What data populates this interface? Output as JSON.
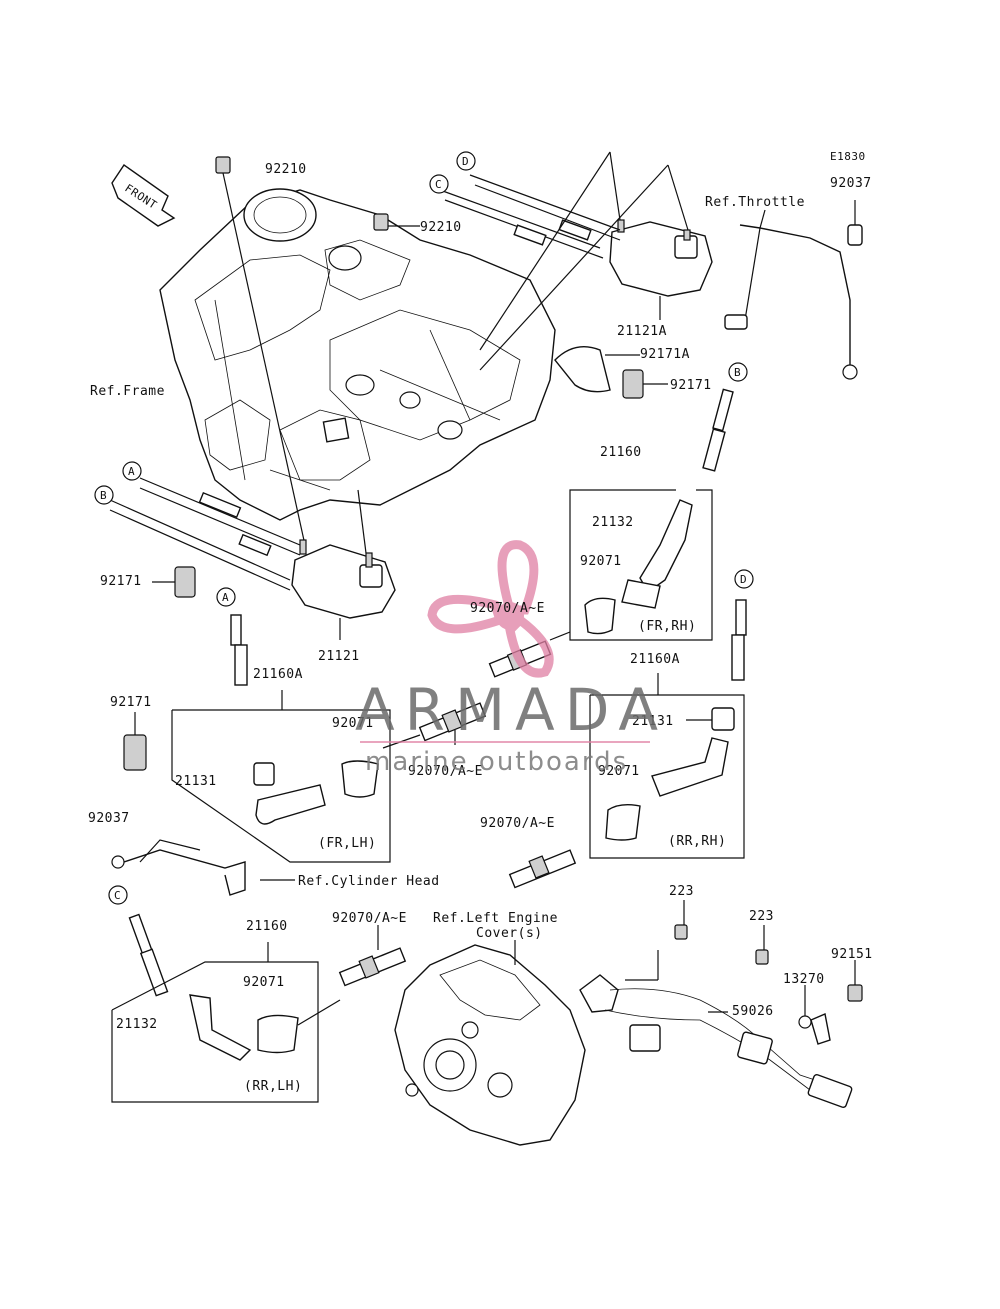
{
  "diagram_code": "E1830",
  "front_label": "FRONT",
  "watermark": {
    "brand": "ARMADA",
    "tagline": "marine outboards"
  },
  "callouts": {
    "A": "A",
    "B": "B",
    "C": "C",
    "D": "D"
  },
  "labels": {
    "bolt_92210_top": "92210",
    "bolt_92210_mid": "92210",
    "ref_frame": "Ref.Frame",
    "ref_throttle": "Ref.Throttle",
    "clamp_92037_top": "92037",
    "coil_21121A": "21121A",
    "holder_92171A": "92171A",
    "holder_92171_right": "92171",
    "cap_21160_top": "21160",
    "box_21132_fr_rh": "21132",
    "seal_92071_fr_rh": "92071",
    "plug_92070_top": "92070/A~E",
    "fr_rh": "(FR,RH)",
    "holder_92171_left": "92171",
    "coil_21121": "21121",
    "cap_21160A_left": "21160A",
    "seal_92071_mid": "92071",
    "holder_92171_lower": "92171",
    "cap_21131_left": "21131",
    "plug_92070_mid": "92070/A~E",
    "fr_lh": "(FR,LH)",
    "clamp_92037_left": "92037",
    "ref_cylinder_head": "Ref.Cylinder Head",
    "cap_21160A_right": "21160A",
    "cap_21131_right": "21131",
    "seal_92071_rr_rh": "92071",
    "plug_92070_rr_rh": "92070/A~E",
    "rr_rh": "(RR,RH)",
    "bolt_223_a": "223",
    "bolt_223_b": "223",
    "plug_92070_low": "92070/A~E",
    "ref_left_engine_cover": "Ref.Left Engine",
    "ref_left_engine_cover_2": "Cover(s)",
    "cap_21160_low": "21160",
    "bolt_92151": "92151",
    "clamp_13270": "13270",
    "seal_92071_rr_lh": "92071",
    "sensor_59026": "59026",
    "box_21132_rr_lh": "21132",
    "rr_lh": "(RR,LH)"
  }
}
